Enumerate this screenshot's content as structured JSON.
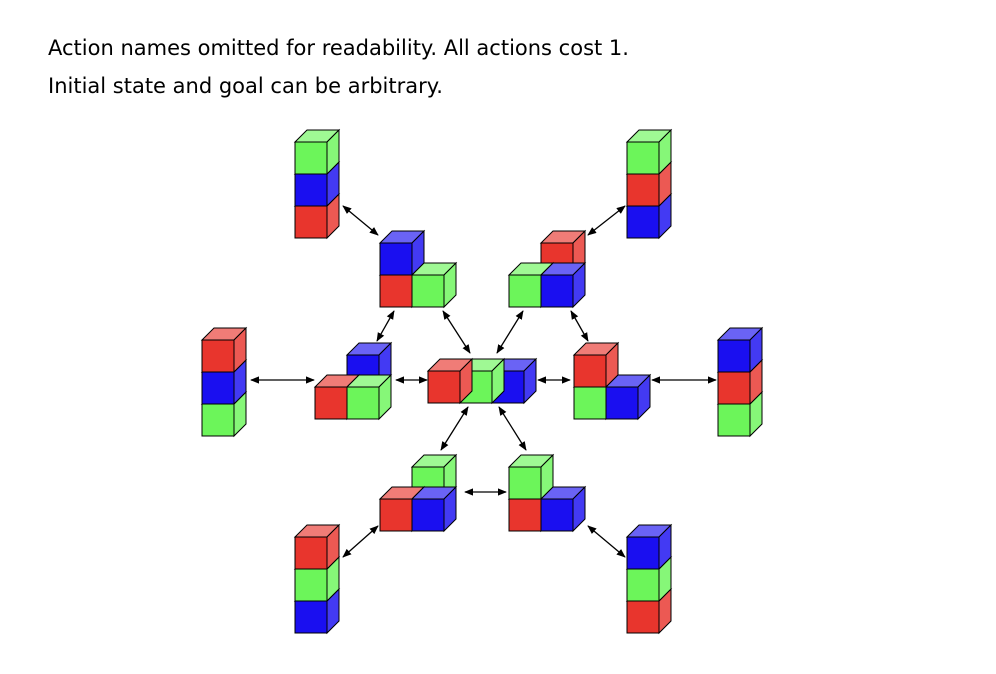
{
  "caption": {
    "line1": "Action names omitted for readability. All actions cost 1.",
    "line2": "Initial state and goal can be arbitrary."
  },
  "colors": {
    "red": "#e8352d",
    "green": "#6cf55a",
    "blue": "#1a0ff0",
    "arrow": "#000000"
  },
  "states": [
    {
      "id": "tower-g-b-r-top-left",
      "arrangement": "tower",
      "stack_top_to_bottom": [
        "green",
        "blue",
        "red"
      ]
    },
    {
      "id": "tower-g-r-b-top-right",
      "arrangement": "tower",
      "stack_top_to_bottom": [
        "green",
        "red",
        "blue"
      ]
    },
    {
      "id": "tower-r-b-g-left",
      "arrangement": "tower",
      "stack_top_to_bottom": [
        "red",
        "blue",
        "green"
      ]
    },
    {
      "id": "tower-b-r-g-right",
      "arrangement": "tower",
      "stack_top_to_bottom": [
        "blue",
        "red",
        "green"
      ]
    },
    {
      "id": "tower-r-g-b-bottom-left",
      "arrangement": "tower",
      "stack_top_to_bottom": [
        "red",
        "green",
        "blue"
      ]
    },
    {
      "id": "tower-b-g-r-bottom-right",
      "arrangement": "tower",
      "stack_top_to_bottom": [
        "blue",
        "green",
        "red"
      ]
    },
    {
      "id": "pair-b-on-r-plus-g",
      "arrangement": "two-stack",
      "stack_top_to_bottom": [
        "blue",
        "red"
      ],
      "single": "green",
      "single_side": "right"
    },
    {
      "id": "pair-r-on-b-plus-g",
      "arrangement": "two-stack",
      "stack_top_to_bottom": [
        "red",
        "blue"
      ],
      "single": "green",
      "single_side": "left"
    },
    {
      "id": "pair-b-on-g-plus-r",
      "arrangement": "two-stack",
      "stack_top_to_bottom": [
        "blue",
        "green"
      ],
      "single": "red",
      "single_side": "left"
    },
    {
      "id": "pair-r-on-g-plus-b",
      "arrangement": "two-stack",
      "stack_top_to_bottom": [
        "red",
        "green"
      ],
      "single": "blue",
      "single_side": "right"
    },
    {
      "id": "pair-g-on-b-plus-r",
      "arrangement": "two-stack",
      "stack_top_to_bottom": [
        "green",
        "blue"
      ],
      "single": "red",
      "single_side": "left"
    },
    {
      "id": "pair-g-on-r-plus-b",
      "arrangement": "two-stack",
      "stack_top_to_bottom": [
        "green",
        "red"
      ],
      "single": "blue",
      "single_side": "right"
    },
    {
      "id": "all-on-table",
      "arrangement": "row",
      "left_to_right": [
        "red",
        "green",
        "blue"
      ]
    }
  ],
  "transitions": [
    [
      "tower-g-b-r-top-left",
      "pair-b-on-r-plus-g"
    ],
    [
      "tower-g-r-b-top-right",
      "pair-r-on-b-plus-g"
    ],
    [
      "tower-r-b-g-left",
      "pair-b-on-g-plus-r"
    ],
    [
      "tower-b-r-g-right",
      "pair-r-on-g-plus-b"
    ],
    [
      "tower-r-g-b-bottom-left",
      "pair-g-on-b-plus-r"
    ],
    [
      "tower-b-g-r-bottom-right",
      "pair-g-on-r-plus-b"
    ],
    [
      "pair-b-on-r-plus-g",
      "pair-b-on-g-plus-r"
    ],
    [
      "pair-r-on-b-plus-g",
      "pair-r-on-g-plus-b"
    ],
    [
      "pair-g-on-b-plus-r",
      "pair-g-on-r-plus-b"
    ],
    [
      "all-on-table",
      "pair-b-on-r-plus-g"
    ],
    [
      "all-on-table",
      "pair-r-on-b-plus-g"
    ],
    [
      "all-on-table",
      "pair-b-on-g-plus-r"
    ],
    [
      "all-on-table",
      "pair-r-on-g-plus-b"
    ],
    [
      "all-on-table",
      "pair-g-on-b-plus-r"
    ],
    [
      "all-on-table",
      "pair-g-on-r-plus-b"
    ]
  ]
}
